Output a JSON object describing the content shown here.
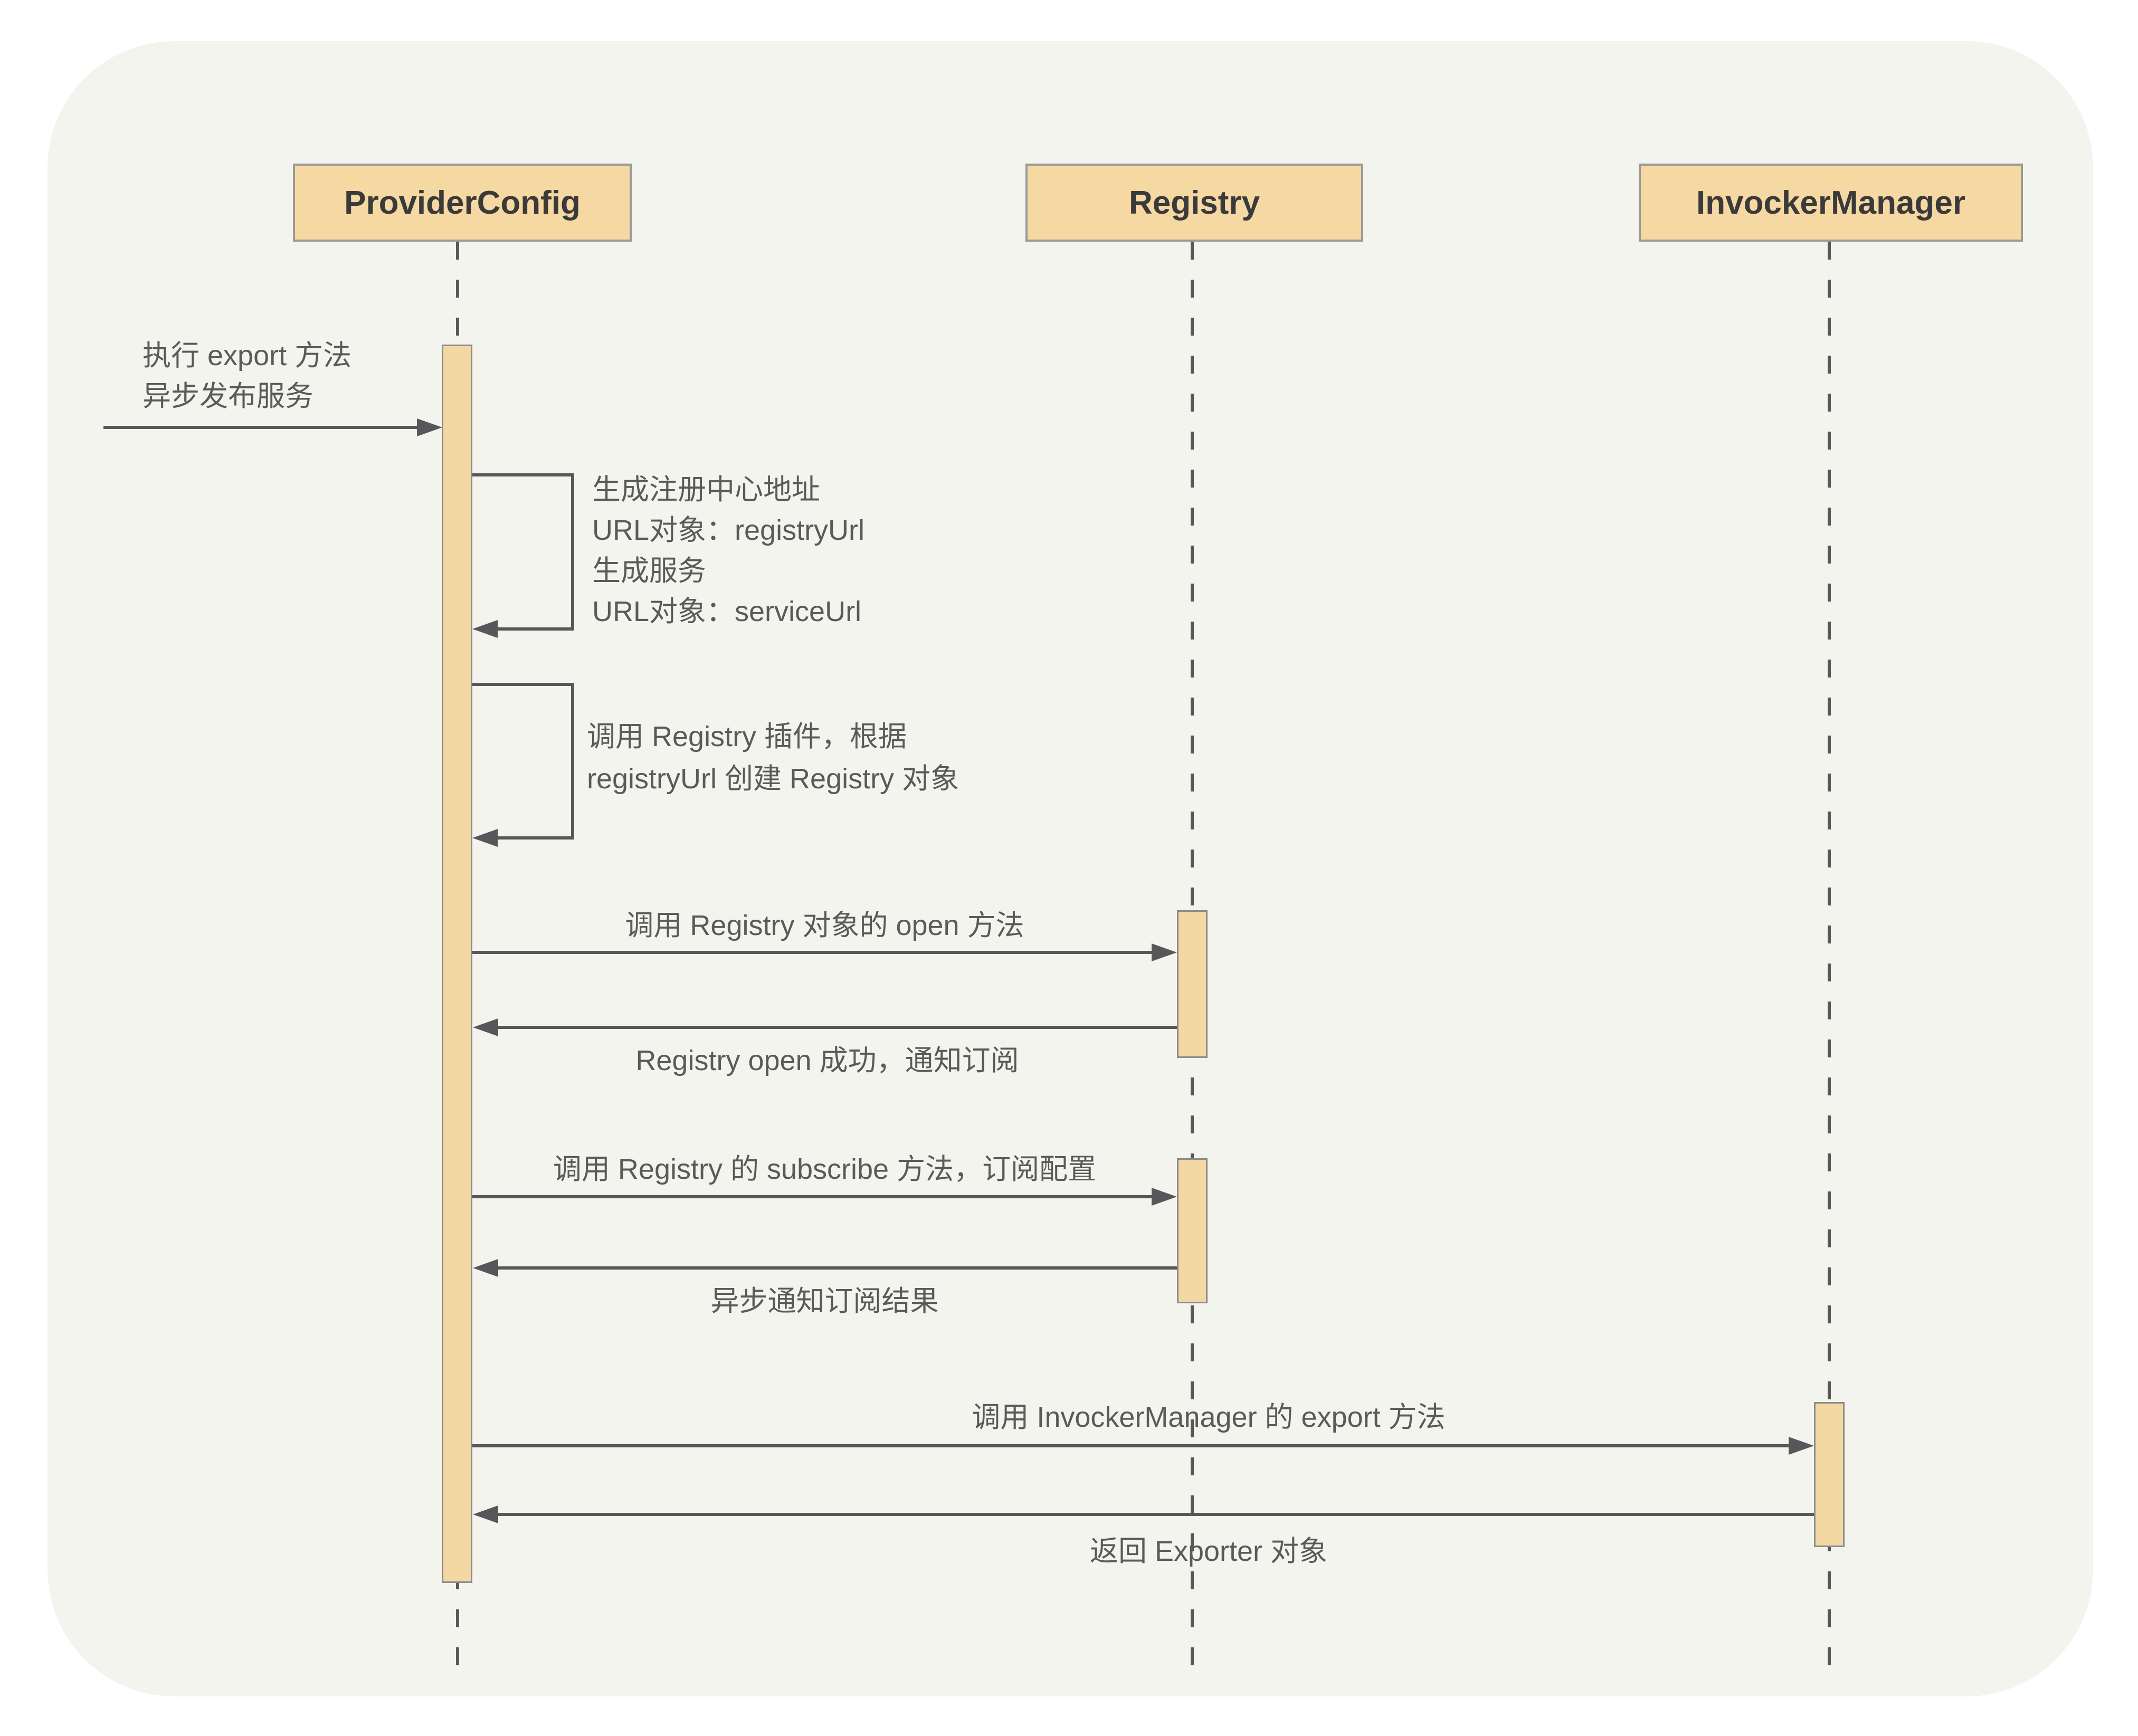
{
  "diagram": {
    "type": "uml-sequence",
    "participants": [
      {
        "label": "ProviderConfig"
      },
      {
        "label": "Registry"
      },
      {
        "label": "InvockerManager"
      }
    ],
    "messages": [
      {
        "kind": "found-message",
        "from": "external",
        "to": "ProviderConfig",
        "lines": [
          "执行 export 方法",
          "异步发布服务"
        ]
      },
      {
        "kind": "self-message",
        "on": "ProviderConfig",
        "lines": [
          "生成注册中心地址",
          "URL对象：registryUrl",
          "生成服务",
          "URL对象：serviceUrl"
        ]
      },
      {
        "kind": "self-message",
        "on": "ProviderConfig",
        "lines": [
          "调用 Registry 插件，根据",
          "registryUrl 创建 Registry 对象"
        ]
      },
      {
        "kind": "call",
        "from": "ProviderConfig",
        "to": "Registry",
        "lines": [
          "调用 Registry 对象的 open 方法"
        ]
      },
      {
        "kind": "return",
        "from": "Registry",
        "to": "ProviderConfig",
        "lines": [
          "Registry open 成功，通知订阅"
        ]
      },
      {
        "kind": "call",
        "from": "ProviderConfig",
        "to": "Registry",
        "lines": [
          "调用 Registry 的 subscribe 方法，订阅配置"
        ]
      },
      {
        "kind": "return",
        "from": "Registry",
        "to": "ProviderConfig",
        "lines": [
          "异步通知订阅结果"
        ]
      },
      {
        "kind": "call",
        "from": "ProviderConfig",
        "to": "InvockerManager",
        "lines": [
          "调用 InvockerManager 的 export 方法"
        ]
      },
      {
        "kind": "return",
        "from": "InvockerManager",
        "to": "ProviderConfig",
        "lines": [
          "返回 Exporter 对象"
        ]
      }
    ],
    "colors": {
      "page_background": "#ffffff",
      "canvas_background": "#f4f4ef",
      "participant_fill": "#f6d8a3",
      "participant_border": "#9a9a98",
      "activation_fill": "#f3d8a4",
      "activation_border": "#8b8b89",
      "line": "#57575a",
      "message_text": "#5a5a5a",
      "participant_text": "#3a3a3a"
    }
  }
}
